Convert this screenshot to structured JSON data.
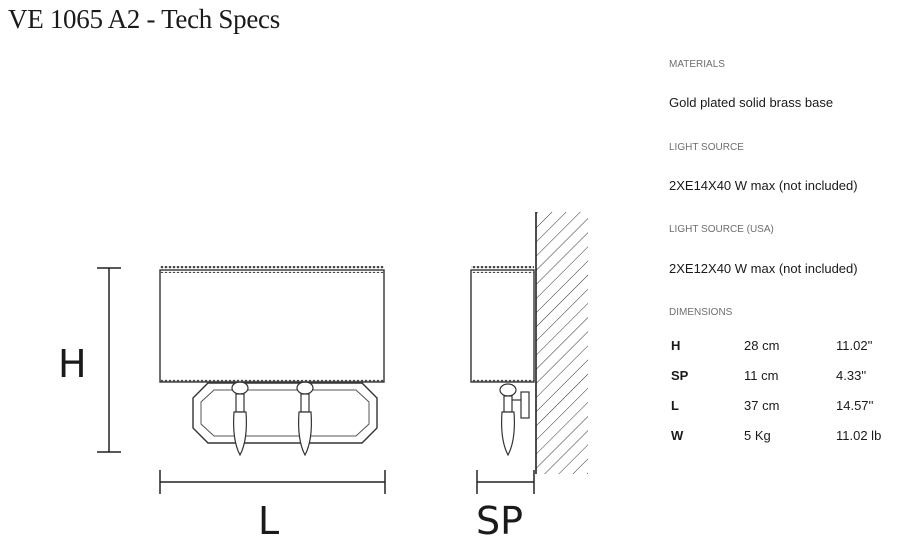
{
  "title": "VE 1065 A2 - Tech Specs",
  "drawing": {
    "label_h": "H",
    "label_l": "L",
    "label_sp": "SP"
  },
  "specs": {
    "materials": {
      "label": "MATERIALS",
      "value": "Gold plated solid brass base"
    },
    "light_source": {
      "label": "LIGHT SOURCE",
      "value": "2XE14X40 W max (not included)"
    },
    "light_source_usa": {
      "label": "LIGHT SOURCE (USA)",
      "value": "2XE12X40 W max (not included)"
    },
    "dimensions": {
      "label": "DIMENSIONS",
      "rows": [
        {
          "key": "H",
          "metric": "28 cm",
          "imperial": "11.02''"
        },
        {
          "key": "SP",
          "metric": "11 cm",
          "imperial": "4.33''"
        },
        {
          "key": "L",
          "metric": "37 cm",
          "imperial": "14.57''"
        },
        {
          "key": "W",
          "metric": "5 Kg",
          "imperial": "11.02 lb"
        }
      ]
    }
  }
}
